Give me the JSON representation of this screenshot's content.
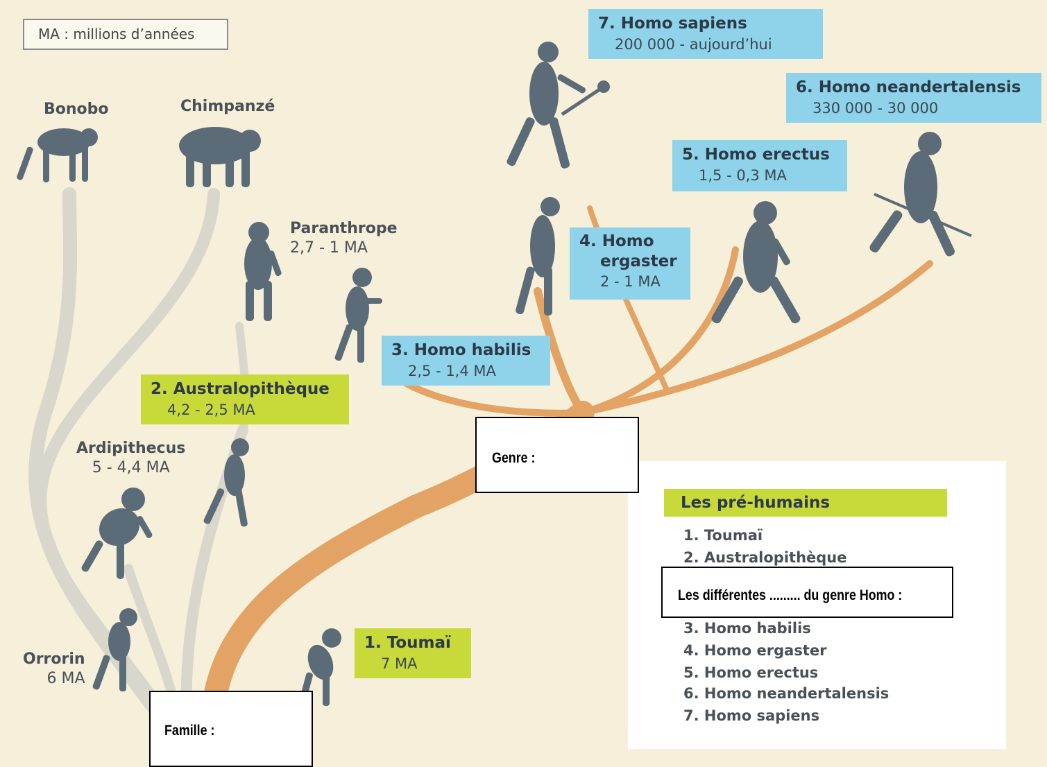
{
  "note": "MA : millions d’années",
  "apes": {
    "bonobo": "Bonobo",
    "chimpanze": "Chimpanzé"
  },
  "hominins": {
    "paranthrope": {
      "name": "Paranthrope",
      "dates": "2,7 - 1 MA"
    },
    "ardipithecus": {
      "name": "Ardipithecus",
      "dates": "5 - 4,4  MA"
    },
    "orrorin": {
      "name": "Orrorin",
      "dates": "6 MA"
    }
  },
  "boxes": {
    "homo_sapiens": {
      "title": "7. Homo sapiens",
      "dates": "200 000 - aujourd’hui"
    },
    "homo_neandertalensis": {
      "title": "6. Homo neandertalensis",
      "dates": "330 000 - 30 000"
    },
    "homo_erectus": {
      "title": "5. Homo erectus",
      "dates": "1,5 - 0,3 MA"
    },
    "homo_ergaster": {
      "title1": "4. Homo",
      "title2": "ergaster",
      "dates": "2 - 1 MA"
    },
    "homo_habilis": {
      "title": "3. Homo habilis",
      "dates": "2,5 - 1,4 MA"
    },
    "australopitheque": {
      "title": "2. Australopithèque",
      "dates": "4,2 - 2,5 MA"
    },
    "toumai": {
      "title": "1. Toumaï",
      "dates": "7 MA"
    }
  },
  "blanks": {
    "genre": "Genre :",
    "famille": "Famille :",
    "especes": "Les différentes ......... du genre Homo :"
  },
  "legend": {
    "heading": "Les pré-humains",
    "prehumans": [
      "1. Toumaï",
      "2. Australopithèque"
    ],
    "homo": [
      "3. Homo habilis",
      "4. Homo ergaster",
      "5. Homo erectus",
      "6. Homo neandertalensis",
      "7. Homo sapiens"
    ]
  },
  "colors": {
    "background": "#f6efd9",
    "homo_branch": "#e3a364",
    "other_branch": "#d9d6cb",
    "silhouette": "#5b6b78",
    "box_blue": "#8fd3ea",
    "box_lime": "#c8d93a"
  }
}
